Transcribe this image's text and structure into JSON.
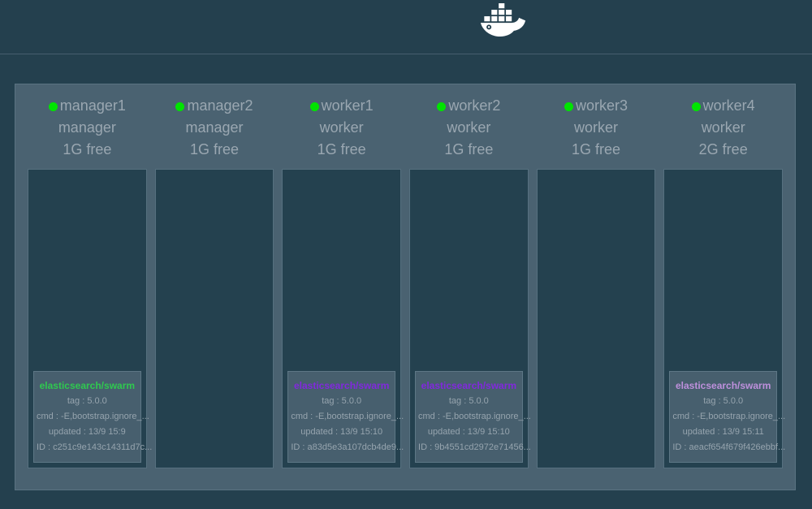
{
  "header": {
    "logo_icon": "docker-whale"
  },
  "colors": {
    "status_dot": "#00E400",
    "title_green": "#2FC94F",
    "title_purple": "#8228DE",
    "title_lavender": "#BE90DC"
  },
  "nodes": [
    {
      "name": "manager1",
      "role": "manager",
      "memory": "1G free",
      "containers": [
        {
          "title": "elasticsearch/swarm",
          "title_color": "#2FC94F",
          "tag": "tag : 5.0.0",
          "cmd": "cmd : -E,bootstrap.ignore_...",
          "updated": "updated : 13/9 15:9",
          "id": "ID : c251c9e143c14311d7c..."
        }
      ]
    },
    {
      "name": "manager2",
      "role": "manager",
      "memory": "1G free",
      "containers": []
    },
    {
      "name": "worker1",
      "role": "worker",
      "memory": "1G free",
      "containers": [
        {
          "title": "elasticsearch/swarm",
          "title_color": "#8228DE",
          "tag": "tag : 5.0.0",
          "cmd": "cmd : -E,bootstrap.ignore_...",
          "updated": "updated : 13/9 15:10",
          "id": "ID : a83d5e3a107dcb4de9..."
        }
      ]
    },
    {
      "name": "worker2",
      "role": "worker",
      "memory": "1G free",
      "containers": [
        {
          "title": "elasticsearch/swarm",
          "title_color": "#8228DE",
          "tag": "tag : 5.0.0",
          "cmd": "cmd : -E,bootstrap.ignore_...",
          "updated": "updated : 13/9 15:10",
          "id": "ID : 9b4551cd2972e71456..."
        }
      ]
    },
    {
      "name": "worker3",
      "role": "worker",
      "memory": "1G free",
      "containers": []
    },
    {
      "name": "worker4",
      "role": "worker",
      "memory": "2G free",
      "containers": [
        {
          "title": "elasticsearch/swarm",
          "title_color": "#BE90DC",
          "tag": "tag : 5.0.0",
          "cmd": "cmd : -E,bootstrap.ignore_...",
          "updated": "updated : 13/9 15:11",
          "id": "ID : aeacf654f679f426ebbf..."
        }
      ]
    }
  ]
}
